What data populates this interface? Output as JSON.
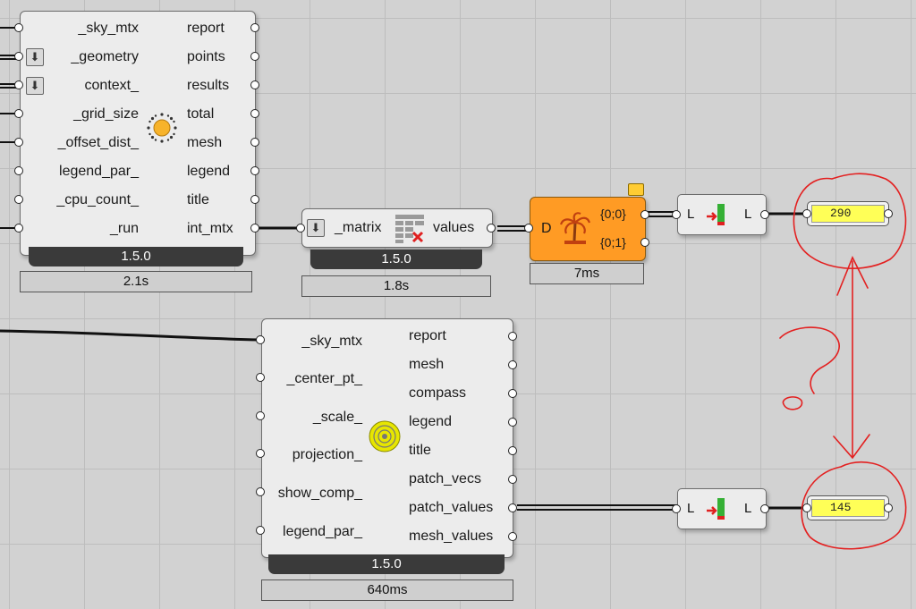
{
  "colors": {
    "canvas": "#d2d2d2",
    "grid": "#bdbdbd",
    "component": "#ececec",
    "version_bar": "#3a3a3a",
    "orange": "#ff9b24",
    "panel_yellow": "#ffff57",
    "annotation": "#e32020"
  },
  "radiation_component": {
    "inputs": [
      "_sky_mtx",
      "_geometry",
      "context_",
      "_grid_size",
      "_offset_dist_",
      "legend_par_",
      "_cpu_count_",
      "_run"
    ],
    "outputs": [
      "report",
      "points",
      "results",
      "total",
      "mesh",
      "legend",
      "title",
      "int_mtx"
    ],
    "icon": "sun-icon",
    "version": "1.5.0",
    "time": "2.1s"
  },
  "matrix_component": {
    "input": "_matrix",
    "output": "values",
    "icon": "matrix-delete-icon",
    "version": "1.5.0",
    "time": "1.8s"
  },
  "orange_component": {
    "input": "D",
    "outputs": [
      "{0;0}",
      "{0;1}"
    ],
    "icon": "palm-tree-icon",
    "time": "7ms"
  },
  "list_length_top": {
    "in": "L",
    "out": "L",
    "icon": "list-length-icon"
  },
  "list_length_bottom": {
    "in": "L",
    "out": "L",
    "icon": "list-length-icon"
  },
  "panel_top": {
    "value": "290"
  },
  "panel_bottom": {
    "value": "145"
  },
  "sky_dome_component": {
    "inputs": [
      "_sky_mtx",
      "_center_pt_",
      "_scale_",
      "projection_",
      "show_comp_",
      "legend_par_"
    ],
    "outputs": [
      "report",
      "mesh",
      "compass",
      "legend",
      "title",
      "patch_vecs",
      "patch_values",
      "mesh_values"
    ],
    "icon": "sky-dome-icon",
    "version": "1.5.0",
    "time": "640ms"
  },
  "annotation": {
    "question_mark": "?"
  }
}
